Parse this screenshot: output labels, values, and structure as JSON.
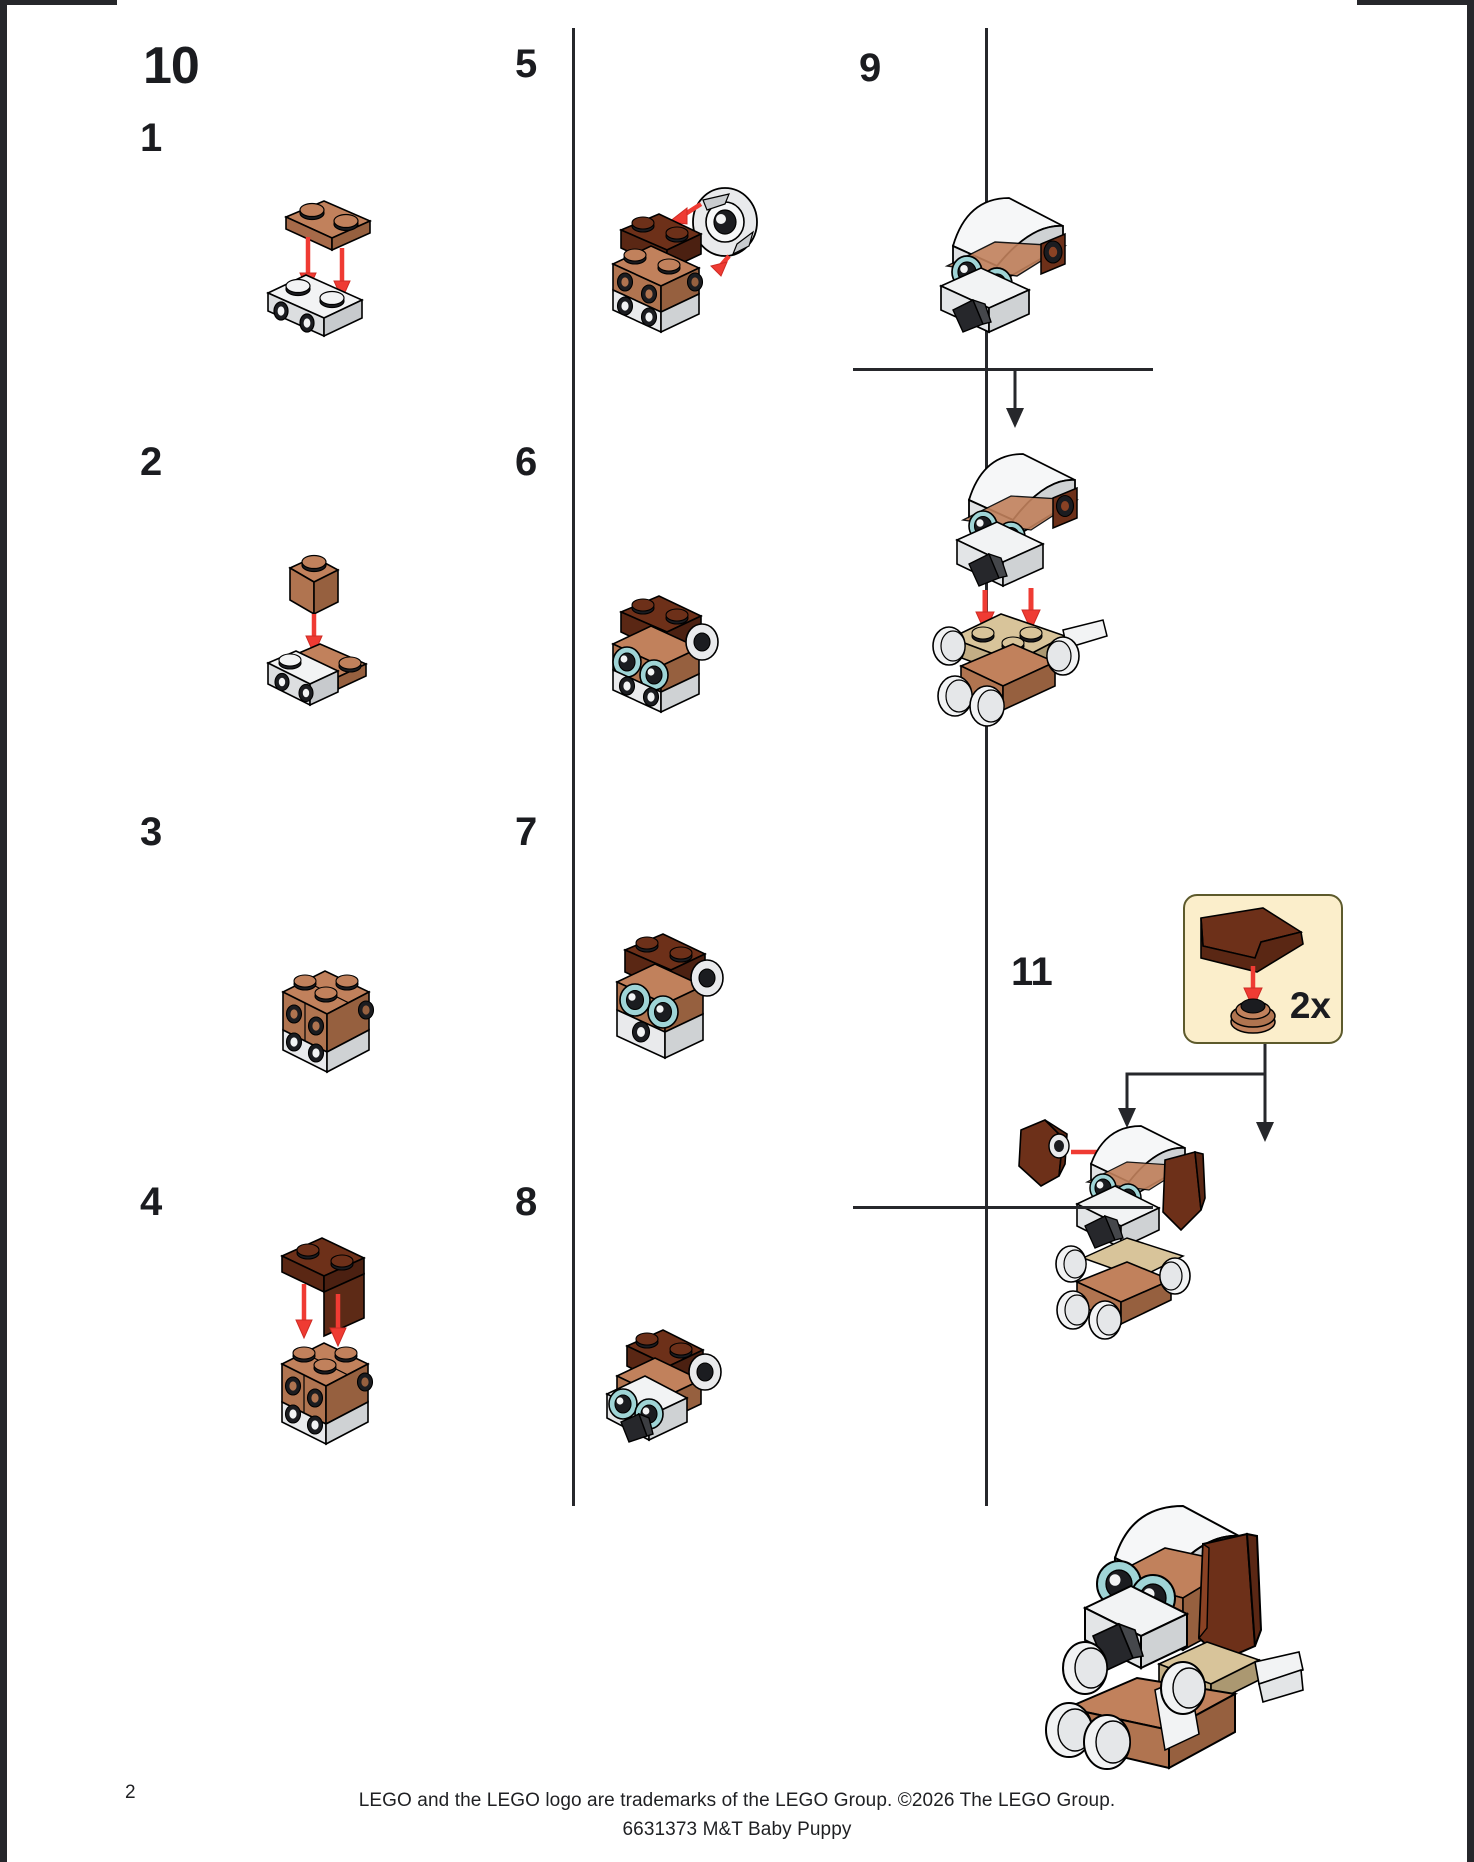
{
  "document": {
    "type": "lego-building-instructions",
    "page_number_folio": "2",
    "page_heading_number": "10"
  },
  "columns": [
    {
      "id": "column-1",
      "steps": [
        {
          "number": "1",
          "description": "Place reddish-brown 1x2 plate onto white 1x2 brick with studs on side",
          "arrows": 2,
          "pieces": [
            {
              "color_name": "medium-nougat",
              "color": "#c1815c",
              "shape": "plate-1x2"
            },
            {
              "color_name": "white",
              "color": "#f2f3f4",
              "shape": "brick-1x2-studs-on-side"
            }
          ]
        },
        {
          "number": "2",
          "description": "Add medium-nougat 1x1 brick on top of assembly",
          "arrows": 1,
          "pieces": [
            {
              "color_name": "medium-nougat",
              "color": "#c1815c",
              "shape": "brick-1x1"
            },
            {
              "color_name": "white",
              "color": "#f2f3f4",
              "shape": "sub-assembly"
            }
          ]
        },
        {
          "number": "3",
          "description": "Completed 2x2 nougat over white base sub-assembly",
          "arrows": 0,
          "pieces": [
            {
              "color_name": "medium-nougat",
              "color": "#c1815c",
              "shape": "brick-block"
            },
            {
              "color_name": "white",
              "color": "#f2f3f4",
              "shape": "brick-1x2"
            }
          ]
        },
        {
          "number": "4",
          "description": "Attach dark-brown slope plate onto nougat block",
          "arrows": 2,
          "pieces": [
            {
              "color_name": "dark-brown",
              "color": "#6d3019",
              "shape": "slope-1x2"
            },
            {
              "color_name": "medium-nougat",
              "color": "#c1815c",
              "shape": "sub-assembly"
            }
          ]
        }
      ]
    },
    {
      "id": "column-2",
      "steps": [
        {
          "number": "5",
          "description": "Attach printed eye element to front of head assembly",
          "arrows": 2,
          "pieces": [
            {
              "color_name": "white",
              "color": "#f2f3f4",
              "shape": "eye-printed-round"
            },
            {
              "color_name": "dark-brown",
              "color": "#6d3019",
              "shape": "sub-assembly"
            }
          ]
        },
        {
          "number": "6",
          "description": "Head with both eyes installed",
          "arrows": 0,
          "pieces": [
            {
              "color_name": "dark-brown",
              "color": "#6d3019",
              "shape": "sub-assembly"
            },
            {
              "color_name": "light-azure",
              "color": "#9fd4d6",
              "shape": "eye"
            }
          ]
        },
        {
          "number": "7",
          "description": "Head rotated showing eyes and snout",
          "arrows": 0,
          "pieces": [
            {
              "color_name": "medium-nougat",
              "color": "#c1815c",
              "shape": "sub-assembly"
            }
          ]
        },
        {
          "number": "8",
          "description": "Head with black nose wedge attached",
          "arrows": 0,
          "pieces": [
            {
              "color_name": "black",
              "color": "#2b2b2b",
              "shape": "nose-wedge"
            },
            {
              "color_name": "white",
              "color": "#f2f3f4",
              "shape": "sub-assembly"
            }
          ]
        }
      ]
    },
    {
      "id": "column-3",
      "steps": [
        {
          "number": "9",
          "description": "Finished puppy head with white cap, eyes and muzzle",
          "arrows": 0,
          "pieces": [
            {
              "color_name": "white",
              "color": "#f2f3f4",
              "shape": "curved-slope"
            },
            {
              "color_name": "medium-nougat",
              "color": "#c1815c",
              "shape": "head-body"
            }
          ]
        },
        {
          "number": "",
          "description": "Lower head sub-assembly onto the body with legs",
          "arrows": 2,
          "is_subassembly_join": true,
          "pieces": [
            {
              "color_name": "white",
              "color": "#f2f3f4",
              "shape": "head-assembly"
            },
            {
              "color_name": "tan",
              "color": "#d8c49a",
              "shape": "body-with-legs"
            }
          ]
        },
        {
          "number": "11",
          "description": "Attach the two dark-brown ears to the sides of the head",
          "arrows": 2,
          "pieces": [
            {
              "color_name": "dark-brown",
              "color": "#6d3019",
              "shape": "ear-curved-slope"
            },
            {
              "color_name": "white",
              "color": "#f2f3f4",
              "shape": "puppy-body"
            }
          ]
        },
        {
          "number": "",
          "description": "Completed M&T Baby Puppy model",
          "arrows": 0,
          "is_final": true,
          "pieces": [
            {
              "color_name": "white",
              "color": "#f2f3f4",
              "shape": "complete-model"
            },
            {
              "color_name": "medium-nougat",
              "color": "#c1815c",
              "shape": "complete-model"
            },
            {
              "color_name": "dark-brown",
              "color": "#6d3019",
              "shape": "ears"
            }
          ]
        }
      ]
    }
  ],
  "callout": {
    "quantity_label": "2x",
    "piece_color_name": "dark-brown",
    "piece_color": "#6d3019",
    "background": "#fbeecb",
    "border": "#5d5a2c",
    "description": "Build this ear sub-assembly two times"
  },
  "colors": {
    "medium_nougat": "#c1815c",
    "dark_brown": "#6d3019",
    "reddish_brown": "#a8543a",
    "white": "#f2f3f4",
    "light_grey": "#d8dadb",
    "tan": "#d8c49a",
    "black": "#1b1c20",
    "eye_azure": "#9fd4d6",
    "arrow_red": "#ef3b33",
    "arrow_red_dark": "#cf2b24",
    "line_black": "#26272b",
    "callout_bg": "#fbeecb",
    "callout_border": "#5d5a2c"
  },
  "footer": {
    "line1": "LEGO and the LEGO logo are trademarks of the LEGO Group. ©2026 The LEGO Group.",
    "line2": "6631373 M&T Baby Puppy"
  }
}
